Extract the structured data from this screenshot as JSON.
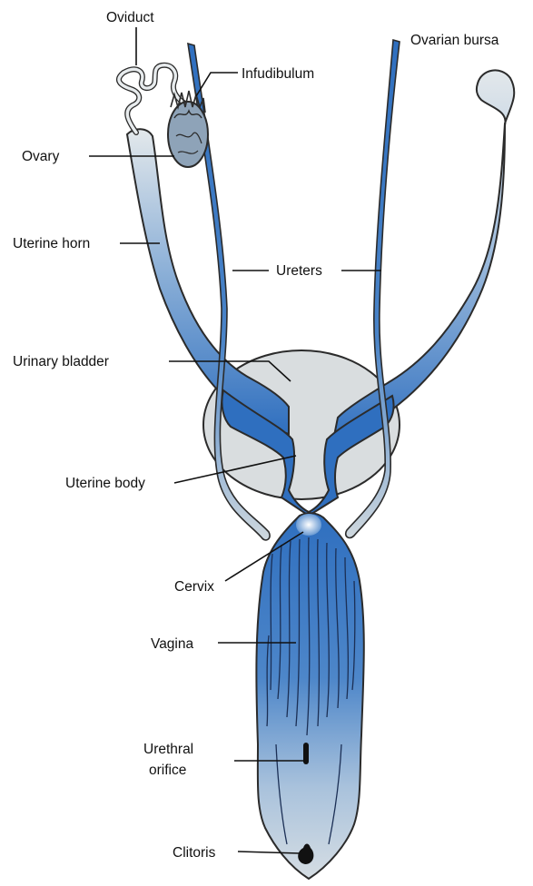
{
  "labels": {
    "oviduct": "Oviduct",
    "infundibulum": "Infudibulum",
    "ovarian_bursa": "Ovarian bursa",
    "ovary": "Ovary",
    "uterine_horn": "Uterine horn",
    "ureters": "Ureters",
    "urinary_bladder": "Urinary bladder",
    "uterine_body": "Uterine body",
    "cervix": "Cervix",
    "vagina": "Vagina",
    "urethral_orifice_line1": "Urethral",
    "urethral_orifice_line2": "orifice",
    "clitoris": "Clitoris"
  },
  "colors": {
    "uterus_blue": "#2f6fbf",
    "light_blue_grey": "#cfd8de",
    "outline": "#2b2b2b",
    "bladder_grey": "#d9dddf"
  }
}
